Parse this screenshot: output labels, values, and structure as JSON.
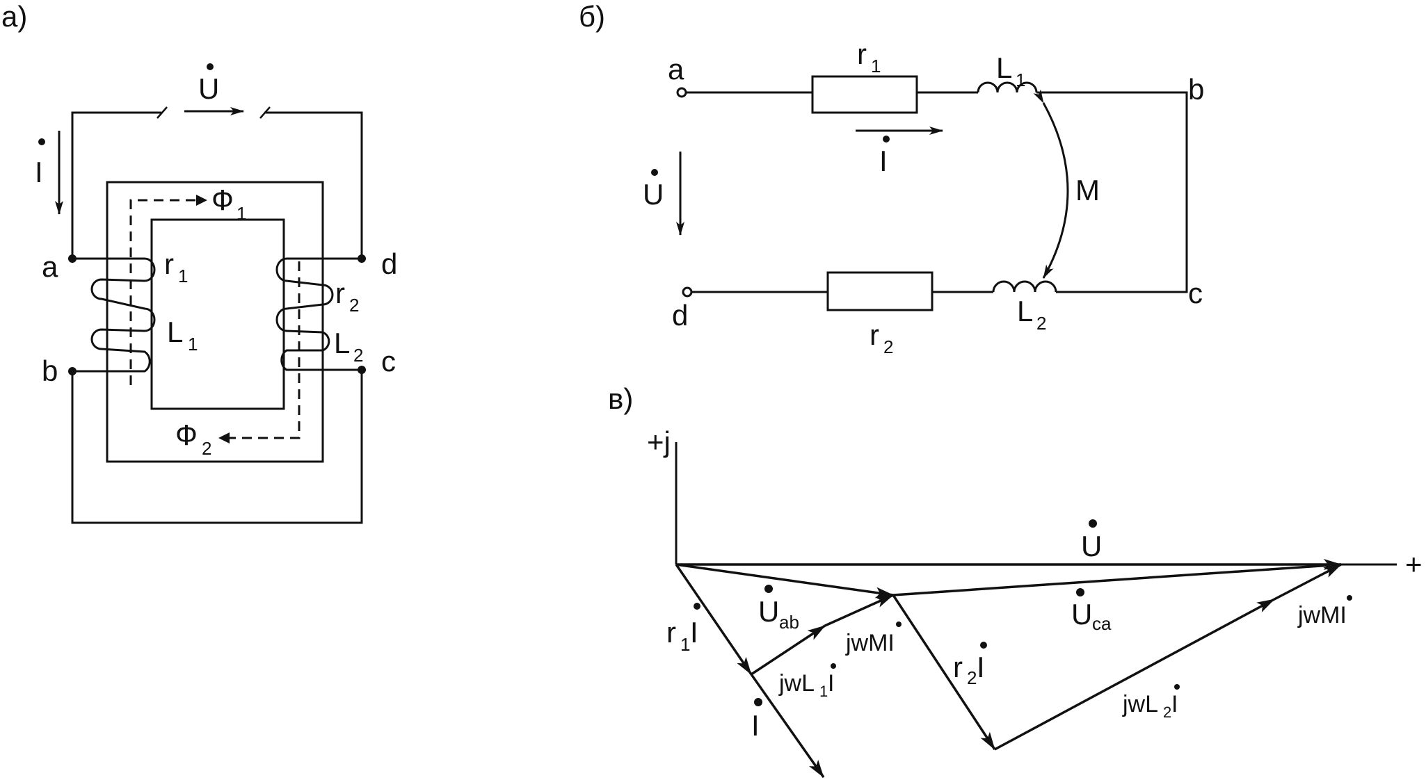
{
  "panels": {
    "a": {
      "label": "а)"
    },
    "b": {
      "label": "б)"
    },
    "c": {
      "label": "в)"
    }
  },
  "fig_a": {
    "voltage": "U",
    "current": "I",
    "phi": "Ф",
    "phi1_sub": "1",
    "phi2_sub": "2",
    "node_a": "a",
    "node_b": "b",
    "node_c": "c",
    "node_d": "d",
    "r": "r",
    "L": "L",
    "sub1": "1",
    "sub2": "2"
  },
  "fig_b": {
    "node_a": "a",
    "node_b": "b",
    "node_c": "c",
    "node_d": "d",
    "r": "r",
    "L": "L",
    "sub1": "1",
    "sub2": "2",
    "current": "I",
    "voltage": "U",
    "mutual": "M"
  },
  "fig_c": {
    "axis_imag": "+j",
    "axis_real": "+",
    "U": "U",
    "U_ab_sub": "ab",
    "U_ca_sub": "ca",
    "r1I_r": "r",
    "r1I_sub": "1",
    "r1I_I": "I",
    "current": "I",
    "jwL1I_pre": "jwL",
    "jwL1I_sub": "1",
    "jwL1I_I": "I",
    "jwMI_1": "jwMI",
    "r2I_r": "r",
    "r2I_sub": "2",
    "r2I_I": "I",
    "jwL2I_pre": "jwL",
    "jwL2I_sub": "2",
    "jwL2I_I": "I",
    "jwMI_2": "jwMI"
  }
}
